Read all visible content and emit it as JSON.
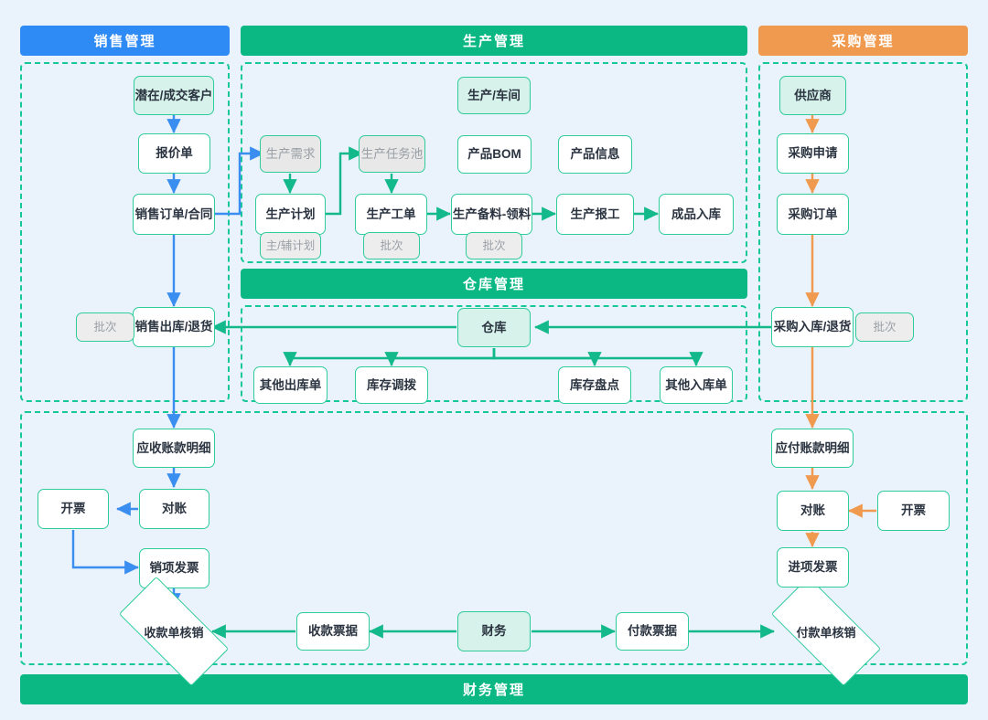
{
  "sections": {
    "sales": {
      "title": "销售管理",
      "color": "#2e8af5"
    },
    "production": {
      "title": "生产管理",
      "color": "#0bb884"
    },
    "purchase": {
      "title": "采购管理",
      "color": "#ef9a4e"
    },
    "warehouse": {
      "title": "仓库管理",
      "color": "#0bb884"
    },
    "finance": {
      "title": "财务管理",
      "color": "#0bb884"
    }
  },
  "sales_nodes": {
    "customer": "潜在/成交客户",
    "quotation": "报价单",
    "sales_order": "销售订单/合同",
    "sales_out": "销售出库/退货",
    "batch_tag": "批次"
  },
  "production_nodes": {
    "workshop": "生产/车间",
    "demand": "生产需求",
    "task_pool": "生产任务池",
    "product_bom": "产品BOM",
    "product_info": "产品信息",
    "plan": "生产计划",
    "work_order": "生产工单",
    "prepare": "生产备料-领料",
    "report": "生产报工",
    "finished_in": "成品入库",
    "plan_tag": "主/辅计划",
    "work_order_tag": "批次",
    "prepare_tag": "批次"
  },
  "purchase_nodes": {
    "supplier": "供应商",
    "requisition": "采购申请",
    "purchase_order": "采购订单",
    "purchase_in": "采购入库/退货",
    "batch_tag": "批次"
  },
  "warehouse_nodes": {
    "warehouse": "仓库",
    "other_out": "其他出库单",
    "transfer": "库存调拨",
    "stocktake": "库存盘点",
    "other_in": "其他入库单"
  },
  "finance_nodes": {
    "receivable": "应收账款明细",
    "recon_left": "对账",
    "invoice_left": "开票",
    "output_invoice": "销项发票",
    "receipt_writeoff": "收款单核销",
    "receipt_voucher": "收款票据",
    "finance": "财务",
    "payment_voucher": "付款票据",
    "payment_writeoff": "付款单核销",
    "payable": "应付账款明细",
    "recon_right": "对账",
    "invoice_right": "开票",
    "input_invoice": "进项发票"
  },
  "colors": {
    "blue_arrow": "#3a8ef0",
    "teal_arrow": "#13b98a",
    "orange_arrow": "#ef9a4e",
    "node_border": "#2ecc9b",
    "soft_fill": "#d6f2ea",
    "tag_fill": "#ededed",
    "background": "#eaf2fb"
  }
}
